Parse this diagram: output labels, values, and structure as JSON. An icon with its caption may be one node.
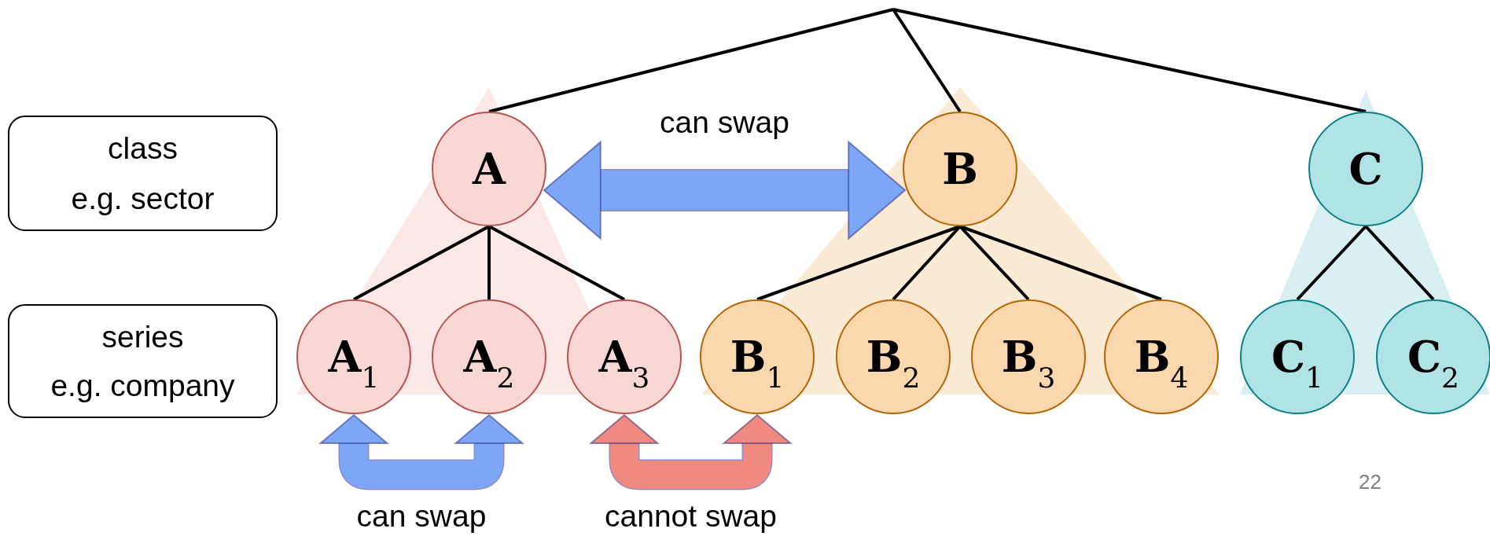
{
  "diagram": {
    "nodes": [
      {
        "text": [
          "class",
          "e.g. sector"
        ]
      },
      {
        "text": [
          "series",
          "e.g. company"
        ]
      },
      {
        "text": [
          "A"
        ]
      },
      {
        "text": [
          "B"
        ]
      },
      {
        "text": [
          "C"
        ]
      },
      {
        "text": [
          "A$_{1}$"
        ]
      },
      {
        "text": [
          "A$_{2}$"
        ]
      },
      {
        "text": [
          "A$_{3}$"
        ]
      },
      {
        "text": [
          "B$_{1}$"
        ]
      },
      {
        "text": [
          "B$_{2}$"
        ]
      },
      {
        "text": [
          "B$_{3}$"
        ]
      },
      {
        "text": [
          "B$_{4}$"
        ]
      },
      {
        "text": [
          "C$_{1}$"
        ]
      },
      {
        "text": [
          "C$_{2}$"
        ]
      }
    ],
    "edges": [
      {
        "from": null,
        "to": 2,
        "arrow": "none"
      },
      {
        "from": null,
        "to": 3,
        "arrow": "none"
      },
      {
        "from": null,
        "to": 4,
        "arrow": "none"
      },
      {
        "from": 2,
        "to": 5,
        "arrow": "none"
      },
      {
        "from": 2,
        "to": 6,
        "arrow": "none"
      },
      {
        "from": 2,
        "to": 7,
        "arrow": "none"
      },
      {
        "from": 3,
        "to": 8,
        "arrow": "none"
      },
      {
        "from": 3,
        "to": 9,
        "arrow": "none"
      },
      {
        "from": 3,
        "to": 10,
        "arrow": "none"
      },
      {
        "from": 3,
        "to": 11,
        "arrow": "none"
      },
      {
        "from": 4,
        "to": 12,
        "arrow": "none"
      },
      {
        "from": 4,
        "to": 13,
        "arrow": "none"
      },
      {
        "from": 2,
        "to": 3,
        "arrow": "both",
        "label": "can swap",
        "style": "thick",
        "color": "#7ea6f7"
      },
      {
        "from": 5,
        "to": 6,
        "arrow": "both",
        "label": "can swap",
        "style": "thick",
        "color": "#7ea6f7"
      },
      {
        "from": 7,
        "to": 8,
        "arrow": "both",
        "label": "cannot swap",
        "style": "thick",
        "color": "#f08a80"
      }
    ],
    "labels": [
      "22"
    ]
  }
}
